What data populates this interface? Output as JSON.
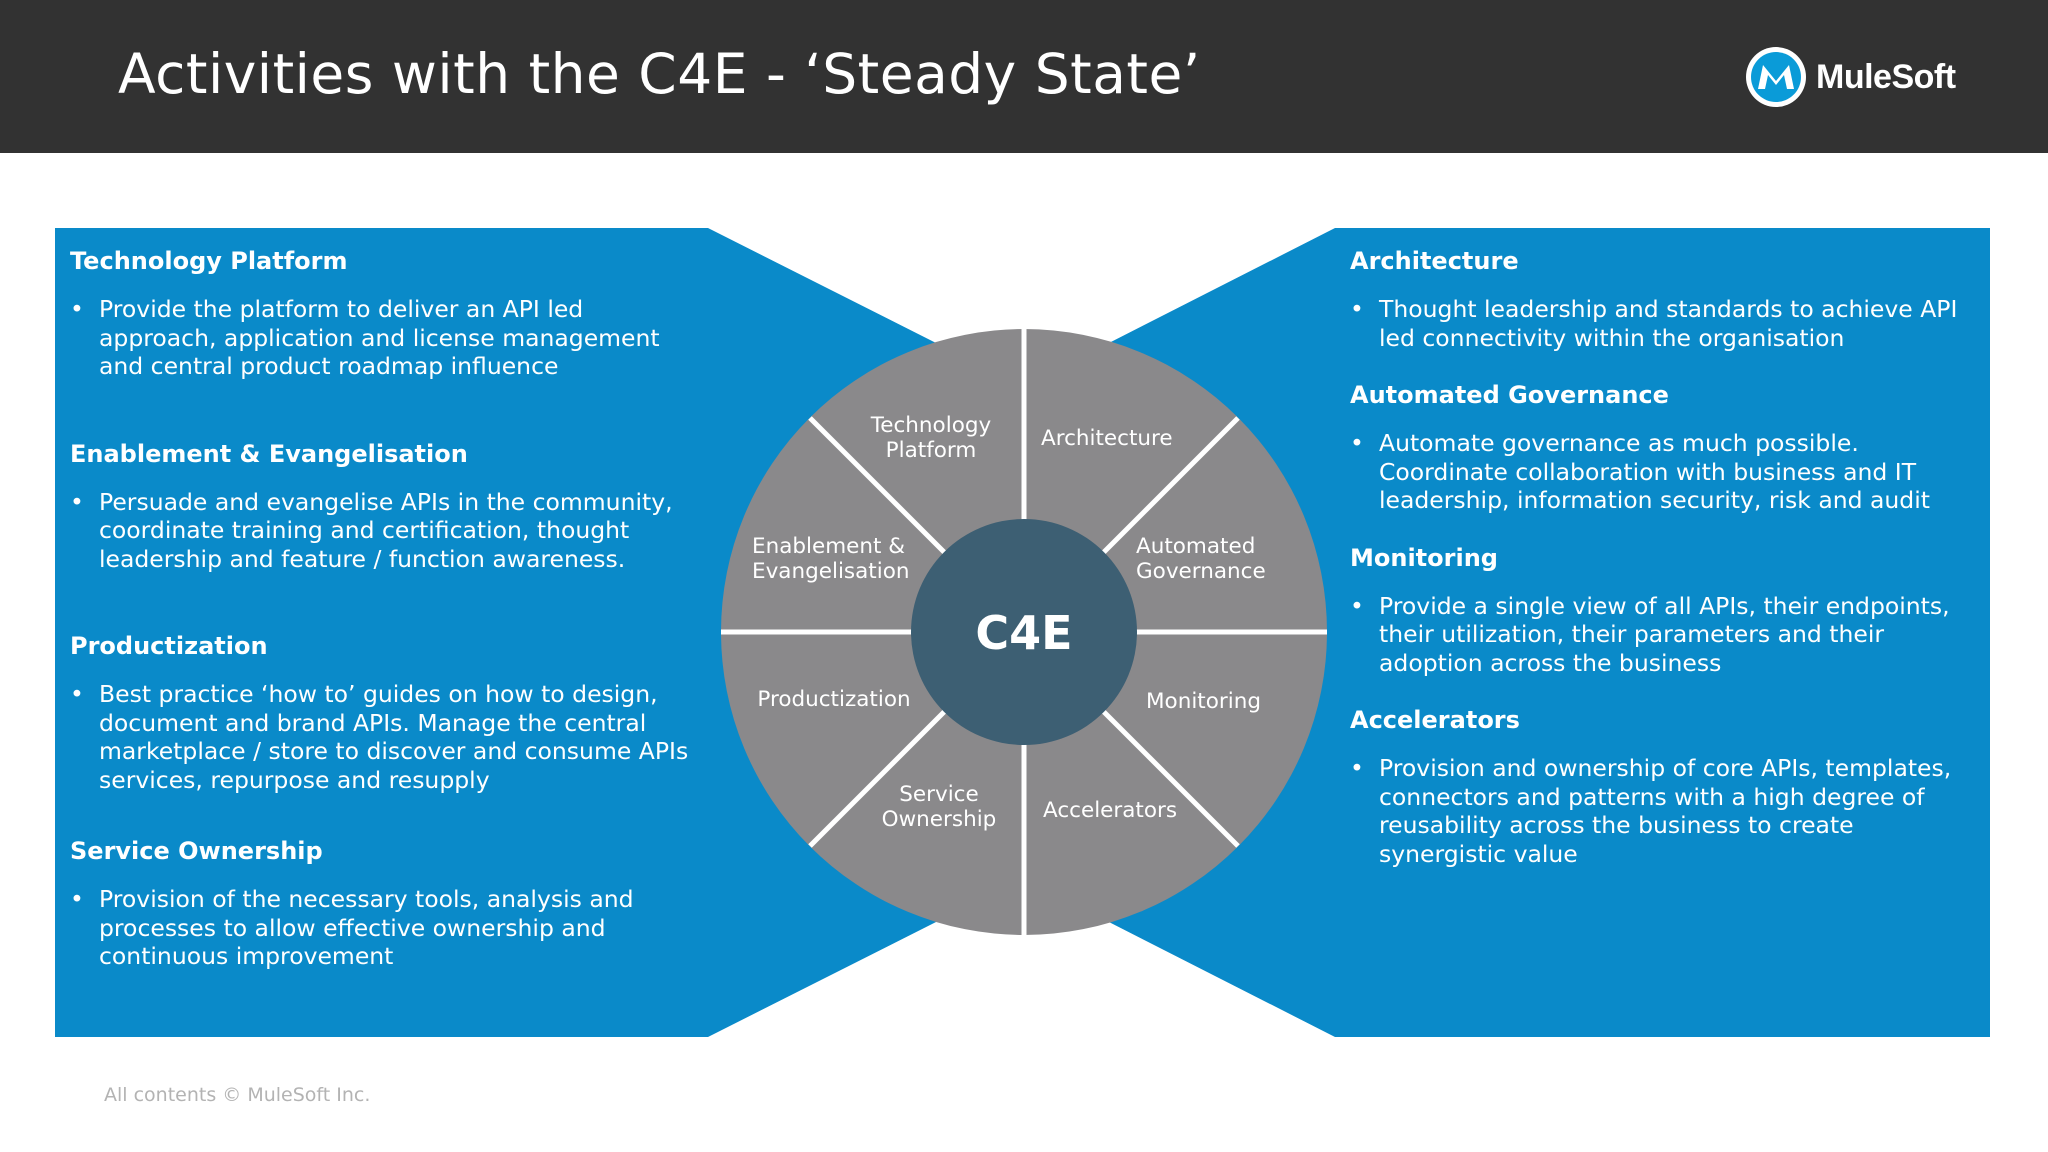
{
  "header": {
    "title": "Activities with the C4E - ‘Steady State’",
    "logo_text": "MuleSoft",
    "logo_icon": "mulesoft-logo-icon"
  },
  "diagram": {
    "center_label": "C4E",
    "segments": [
      {
        "lines": [
          "Technology",
          "Platform"
        ]
      },
      {
        "lines": [
          "Architecture"
        ]
      },
      {
        "lines": [
          "Automated",
          "Governance"
        ]
      },
      {
        "lines": [
          "Monitoring"
        ]
      },
      {
        "lines": [
          "Accelerators"
        ]
      },
      {
        "lines": [
          "Service",
          "Ownership"
        ]
      },
      {
        "lines": [
          "Productization"
        ]
      },
      {
        "lines": [
          "Enablement &",
          "Evangelisation"
        ]
      }
    ]
  },
  "left_panel": {
    "sections": [
      {
        "heading": "Technology Platform",
        "bullet": "Provide the platform to deliver an API led approach, application and license management and central product roadmap influence"
      },
      {
        "heading": "Enablement & Evangelisation",
        "bullet": "Persuade and evangelise APIs in the community, coordinate training and certification, thought leadership and feature / function awareness."
      },
      {
        "heading": "Productization",
        "bullet": "Best practice ‘how to’ guides on how to design, document and brand APIs. Manage the central marketplace / store to discover and consume APIs services, repurpose and resupply"
      },
      {
        "heading": "Service Ownership",
        "bullet": "Provision of the necessary tools, analysis and processes to allow effective ownership and continuous improvement"
      }
    ]
  },
  "right_panel": {
    "sections": [
      {
        "heading": "Architecture",
        "bullet": "Thought leadership and standards to achieve API led connectivity within the organisation"
      },
      {
        "heading": "Automated Governance",
        "bullet": "Automate governance as much possible. Coordinate collaboration with business and IT leadership, information security, risk and audit"
      },
      {
        "heading": "Monitoring",
        "bullet": "Provide a single view of all APIs, their endpoints, their utilization, their parameters and their adoption across the business"
      },
      {
        "heading": "Accelerators",
        "bullet": "Provision and ownership of core APIs, templates, connectors and patterns with a high degree of reusability across the business to create synergistic value"
      }
    ]
  },
  "footer": {
    "text": "All contents © MuleSoft Inc."
  },
  "colors": {
    "header_bg": "#323232",
    "panel_blue": "#0a8ac9",
    "wheel_gray": "#8a898b",
    "center_blue": "#3d5f73"
  }
}
